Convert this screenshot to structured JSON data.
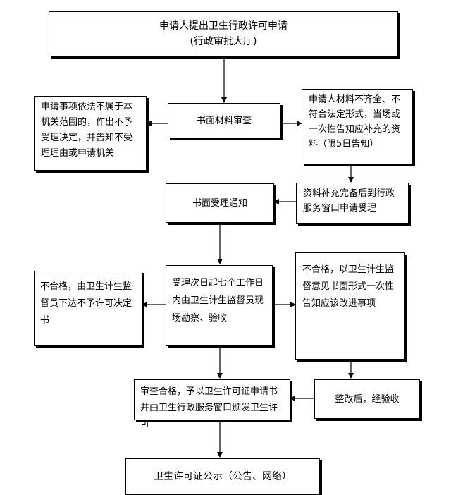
{
  "nodes": {
    "apply": {
      "line1": "申请人提出卫生行政许可申请",
      "line2": "(行政审批大厅)"
    },
    "review": {
      "text": "书面材料审查"
    },
    "reject": {
      "text": "申请事项依法不属于本机关范围的，作出不予受理决定，并告知不受理理由或申请机关"
    },
    "incomplete": {
      "text": "申请人材料不齐全、不符合法定形式，当场或一次性告知应补充的资料（限5日告知）"
    },
    "notice": {
      "text": "书面受理通知"
    },
    "supplement": {
      "text": "资料补充完备后到行政服务窗口申请受理"
    },
    "inspect": {
      "text": "受理次日起七个工作日内由卫生计生监督员现场勘察、验收"
    },
    "fail_left": {
      "text": "不合格，由卫生计生监督员下达不予许可决定书"
    },
    "fail_right": {
      "text": "不合格，以卫生计生监督意见书面形式一次性告知应该改进事项"
    },
    "pass": {
      "text": "审查合格，予以卫生许可证申请书并由卫生行政服务窗口颁发卫生许可"
    },
    "rectify": {
      "text": "整改后，经验收"
    },
    "publish": {
      "text": "卫生许可证公示（公告、网络）"
    }
  }
}
